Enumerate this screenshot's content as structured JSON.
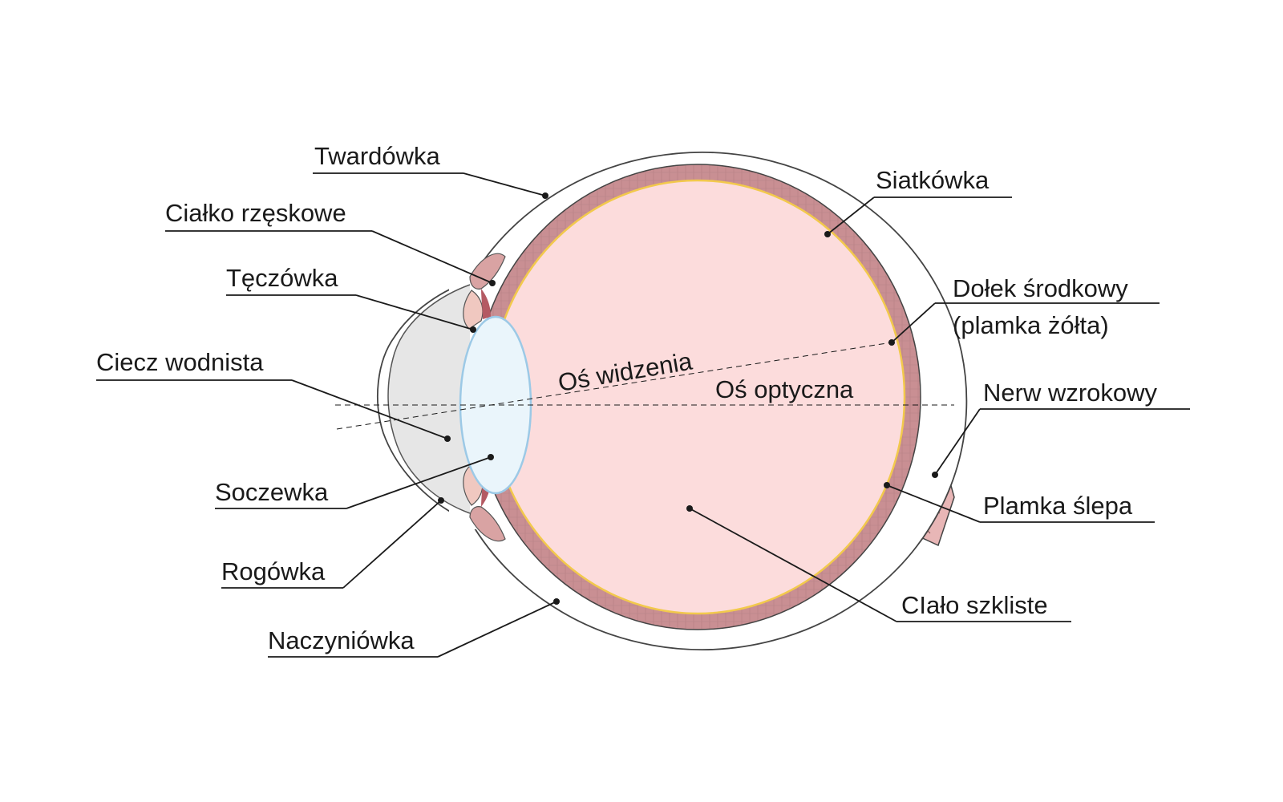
{
  "labels": {
    "twardowka": "Twardówka",
    "cialko_rzeskowe": "Ciałko rzęskowe",
    "teczowka": "Tęczówka",
    "ciecz_wodnista": "Ciecz wodnista",
    "soczewka": "Soczewka",
    "rogowka": "Rogówka",
    "naczyniowka": "Naczyniówka",
    "siatkowka": "Siatkówka",
    "dolek_line1": "Dołek środkowy",
    "dolek_line2": "(plamka żółta)",
    "nerw": "Nerw wzrokowy",
    "plamka_slepa": "Plamka ślepa",
    "cialo_szkliste": "CIało szkliste"
  },
  "axes": {
    "visual_axis": "Oś widzenia",
    "optical_axis": "Oś optyczna"
  },
  "colors": {
    "sclera_outline": "#444444",
    "choroid": "#c98f93",
    "retina_line": "#f2c94c",
    "vitreous": "#fcdcdc",
    "aqueous": "#e6e6e6",
    "lens_fill": "#eaf5fb",
    "lens_stroke": "#9cc9e6",
    "iris": "#d9a3a3",
    "nerve": "#e8b6b6"
  }
}
